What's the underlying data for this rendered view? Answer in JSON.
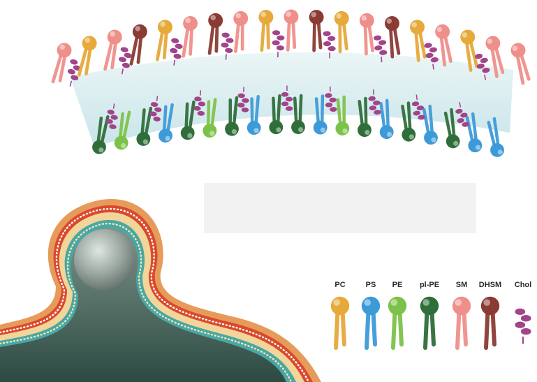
{
  "diagram": {
    "colors": {
      "PC": "#e6a93a",
      "PS": "#3d9ad8",
      "PE": "#7cc24a",
      "pl-PE": "#2f6e3a",
      "SM": "#ef8f8a",
      "DHSM": "#8a3b33",
      "Chol": "#a1448a",
      "outer_membrane": "#d94a2d",
      "inner_membrane": "#49a7a4",
      "organelle": "#9aa6a0",
      "cytoplasm": "#3e5e55"
    },
    "outer_leaflet_sequence": [
      "SM",
      "PC",
      "SM",
      "DHSM",
      "PC",
      "SM",
      "DHSM",
      "SM",
      "PC",
      "SM",
      "DHSM",
      "PC",
      "SM",
      "DHSM",
      "PC",
      "SM",
      "PC",
      "SM",
      "SM"
    ],
    "inner_leaflet_sequence": [
      "pl-PE",
      "PE",
      "pl-PE",
      "PS",
      "pl-PE",
      "PE",
      "pl-PE",
      "PS",
      "pl-PE",
      "pl-PE",
      "PS",
      "PE",
      "pl-PE",
      "PS",
      "pl-PE",
      "PS",
      "pl-PE",
      "PS",
      "PS"
    ]
  },
  "legend": {
    "items": [
      {
        "key": "pc",
        "label": "PC",
        "type": "PC"
      },
      {
        "key": "ps",
        "label": "PS",
        "type": "PS"
      },
      {
        "key": "pe",
        "label": "PE",
        "type": "PE"
      },
      {
        "key": "pl-pe",
        "label": "pl-PE",
        "type": "pl-PE"
      },
      {
        "key": "sm",
        "label": "SM",
        "type": "SM"
      },
      {
        "key": "dhsm",
        "label": "DHSM",
        "type": "DHSM"
      },
      {
        "key": "chol",
        "label": "Chol",
        "type": "Chol"
      }
    ]
  }
}
